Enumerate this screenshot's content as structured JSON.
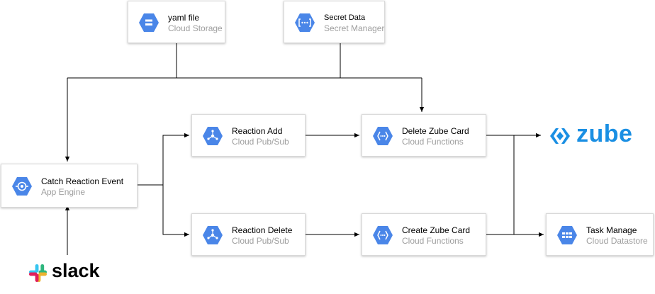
{
  "nodes": {
    "yaml": {
      "title": "yaml file",
      "subtitle": "Cloud Storage",
      "icon": "cloud-storage-icon"
    },
    "secret": {
      "title": "Secret Data",
      "subtitle": "Secret Manager",
      "icon": "secret-manager-icon"
    },
    "catch": {
      "title": "Catch Reaction Event",
      "subtitle": "App Engine",
      "icon": "app-engine-icon"
    },
    "reaction_add": {
      "title": "Reaction Add",
      "subtitle": "Cloud Pub/Sub",
      "icon": "pubsub-icon"
    },
    "reaction_delete": {
      "title": "Reaction Delete",
      "subtitle": "Cloud Pub/Sub",
      "icon": "pubsub-icon"
    },
    "delete_card": {
      "title": "Delete Zube Card",
      "subtitle": "Cloud Functions",
      "icon": "cloud-functions-icon"
    },
    "create_card": {
      "title": "Create Zube Card",
      "subtitle": "Cloud Functions",
      "icon": "cloud-functions-icon"
    },
    "task": {
      "title": "Task Manage",
      "subtitle": "Cloud Datastore",
      "icon": "datastore-icon"
    }
  },
  "logos": {
    "zube": "zube",
    "slack": "slack"
  },
  "colors": {
    "gcp_blue": "#4a86e8",
    "zube_blue": "#1a8fe3",
    "edge": "#000000",
    "subtitle_gray": "#9e9e9e"
  }
}
